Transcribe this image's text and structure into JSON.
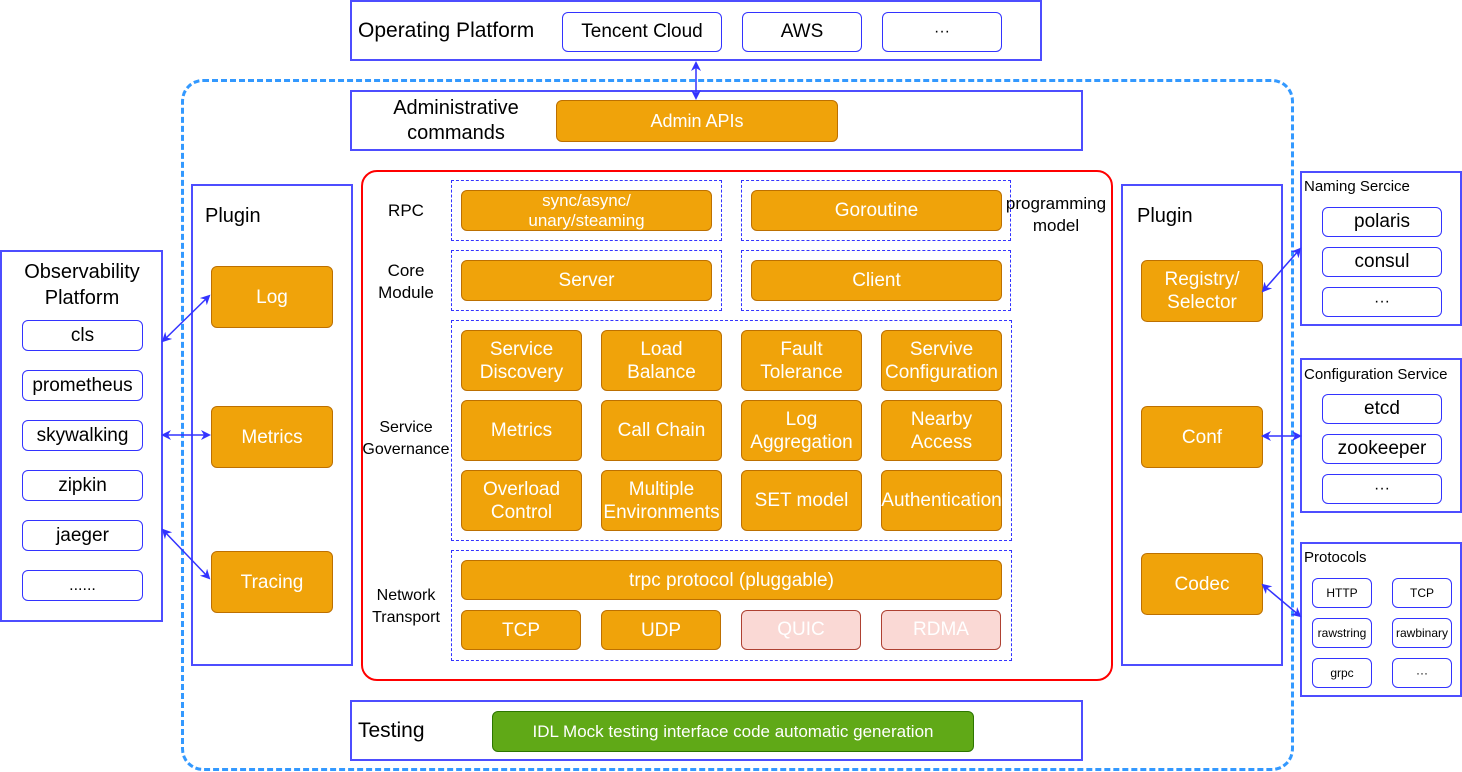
{
  "operating_platform": {
    "title": "Operating Platform",
    "items": [
      "Tencent Cloud",
      "AWS",
      "···"
    ]
  },
  "admin": {
    "title_line1": "Administrative",
    "title_line2": "commands",
    "api": "Admin APIs"
  },
  "left_plugin": {
    "title": "Plugin",
    "items": [
      "Log",
      "Metrics",
      "Tracing"
    ]
  },
  "observability": {
    "title_line1": "Observability",
    "title_line2": "Platform",
    "items": [
      "cls",
      "prometheus",
      "skywalking",
      "zipkin",
      "jaeger",
      "......"
    ]
  },
  "core": {
    "rpc": {
      "label": "RPC",
      "modes_line1": "sync/async/",
      "modes_line2": "unary/steaming",
      "goroutine": "Goroutine"
    },
    "programming_model": {
      "line1": "programming",
      "line2": "model"
    },
    "core_module": {
      "label_line1": "Core",
      "label_line2": "Module",
      "server": "Server",
      "client": "Client"
    },
    "governance": {
      "label_line1": "Service",
      "label_line2": "Governance",
      "items": [
        [
          "Service",
          "Discovery"
        ],
        [
          "Load",
          "Balance"
        ],
        [
          "Fault",
          "Tolerance"
        ],
        [
          "Servive",
          "Configuration"
        ],
        [
          "Metrics",
          ""
        ],
        [
          "Call Chain",
          ""
        ],
        [
          "Log",
          "Aggregation"
        ],
        [
          "Nearby",
          "Access"
        ],
        [
          "Overload",
          "Control"
        ],
        [
          "Multiple",
          "Environments"
        ],
        [
          "SET model",
          ""
        ],
        [
          "Authentication",
          ""
        ]
      ]
    },
    "network": {
      "label_line1": "Network",
      "label_line2": "Transport",
      "protocol": "trpc protocol (pluggable)",
      "transports": [
        "TCP",
        "UDP"
      ],
      "planned_transports": [
        "QUIC",
        "RDMA"
      ]
    }
  },
  "right_plugin": {
    "title": "Plugin",
    "registry_line1": "Registry/",
    "registry_line2": "Selector",
    "conf": "Conf",
    "codec": "Codec"
  },
  "naming_service": {
    "title": "Naming Sercice",
    "items": [
      "polaris",
      "consul",
      "···"
    ]
  },
  "configuration_service": {
    "title": "Configuration Service",
    "items": [
      "etcd",
      "zookeeper",
      "···"
    ]
  },
  "protocols": {
    "title": "Protocols",
    "items": [
      "HTTP",
      "TCP",
      "rawstring",
      "rawbinary",
      "grpc",
      "···"
    ]
  },
  "testing": {
    "title": "Testing",
    "tool": "IDL Mock testing interface code automatic generation"
  },
  "colors": {
    "component_fill": "#f0a30a",
    "planned_fill": "#fad9d5",
    "testing_fill": "#60a917",
    "frame_border": "#4d4dff",
    "core_border": "#ff0000",
    "boundary_dashed": "#3399ff"
  }
}
